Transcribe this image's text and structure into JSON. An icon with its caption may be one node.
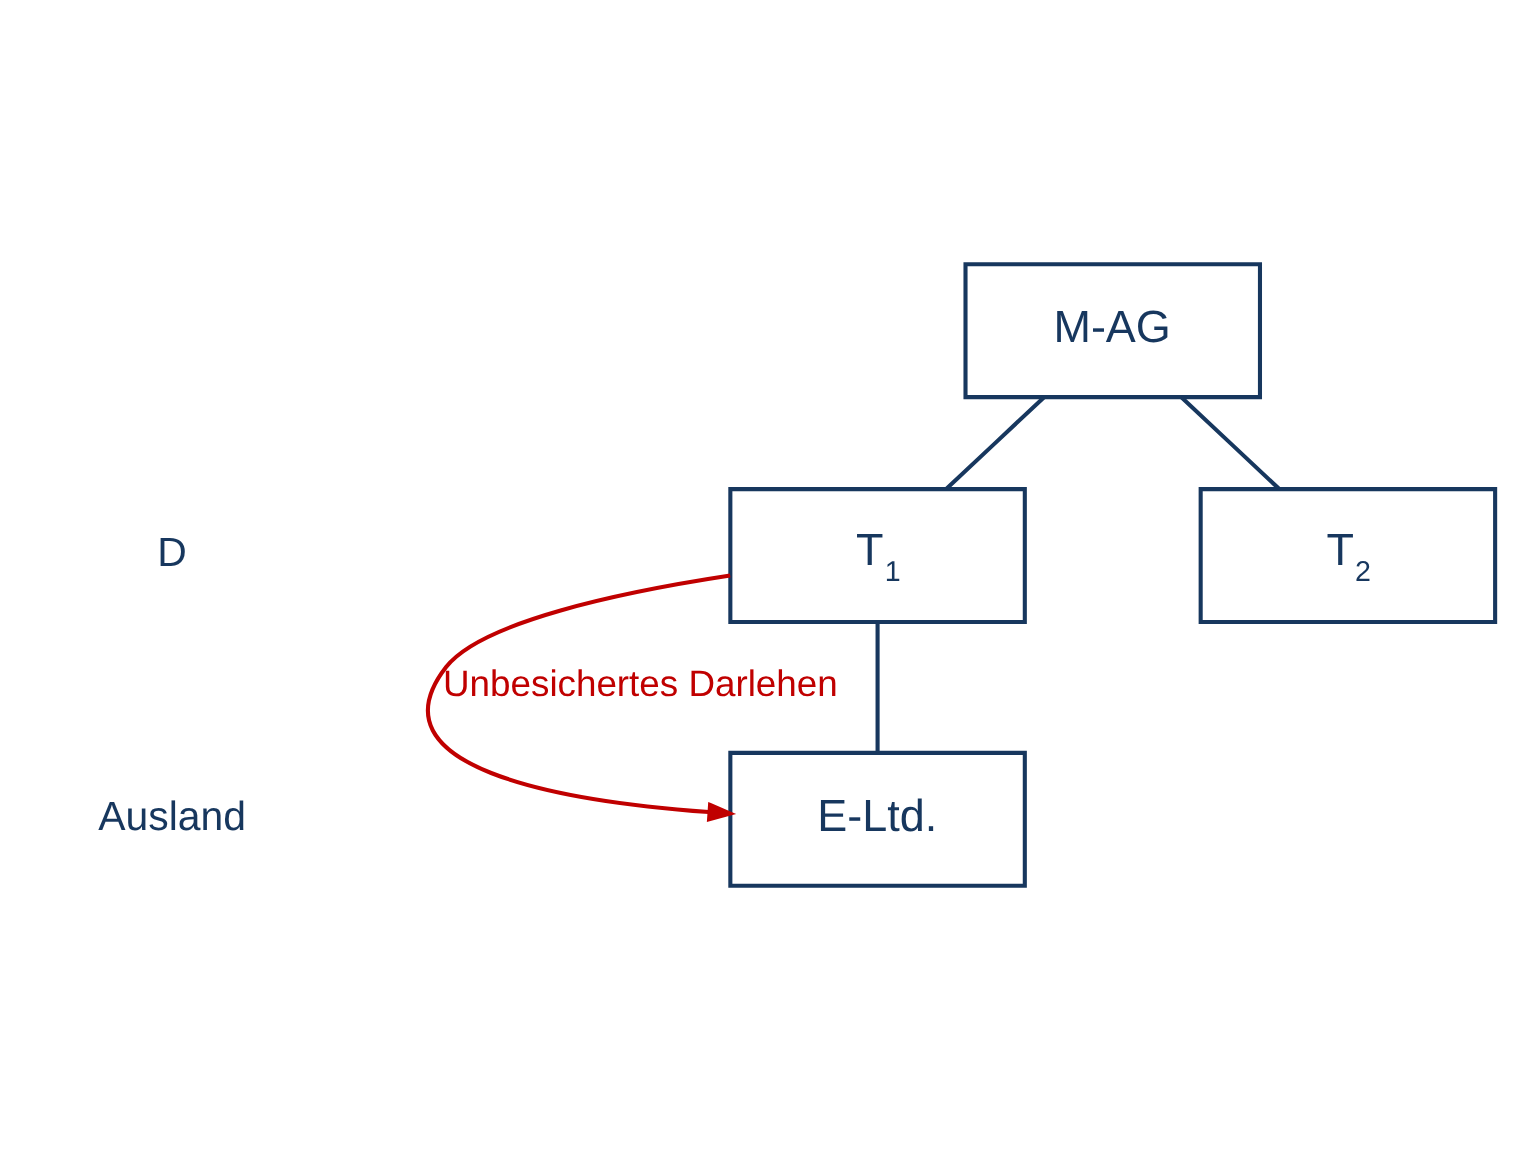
{
  "diagram": {
    "nodes": [
      {
        "text": [
          "M-AG"
        ]
      },
      {
        "text": [
          "T$_{1}$"
        ]
      },
      {
        "text": [
          "T$_{2}$"
        ]
      },
      {
        "text": [
          "E-Ltd."
        ]
      }
    ],
    "edges": [
      {
        "from": 0,
        "to": 1,
        "arrow": "none"
      },
      {
        "from": 0,
        "to": 2,
        "arrow": "none"
      },
      {
        "from": 1,
        "to": 3,
        "arrow": "none"
      },
      {
        "from": 1,
        "to": 3,
        "arrow": "to",
        "label": "Unbesichertes Darlehen",
        "color": "#c00000"
      }
    ],
    "labels": [
      "D",
      "Ausland"
    ]
  }
}
